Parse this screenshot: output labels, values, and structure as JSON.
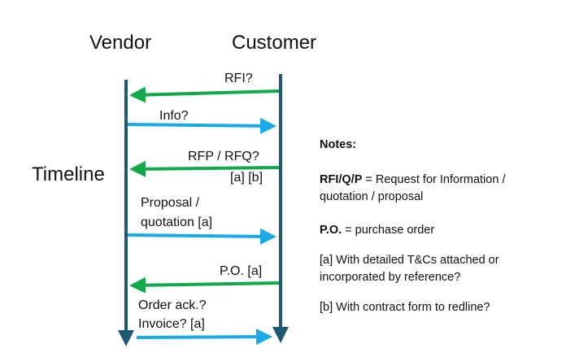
{
  "headers": {
    "vendor": "Vendor",
    "customer": "Customer",
    "timeline": "Timeline"
  },
  "messages": [
    {
      "text": "RFI?",
      "direction": "to-vendor",
      "color": "#12A84C"
    },
    {
      "text": "Info?",
      "direction": "to-customer",
      "color": "#1AAAE8"
    },
    {
      "text": "RFP / RFQ?",
      "subtext": "[a] [b]",
      "direction": "to-vendor",
      "color": "#12A84C"
    },
    {
      "text": "Proposal /",
      "subtext": "quotation [a]",
      "direction": "to-customer",
      "color": "#1AAAE8"
    },
    {
      "text": "P.O.  [a]",
      "direction": "to-vendor",
      "color": "#12A84C"
    },
    {
      "text": "Order ack.?",
      "subtext": "Invoice? [a]",
      "direction": "to-customer",
      "color": "#1AAAE8"
    }
  ],
  "lifeline_color": "#1F5873",
  "notes": {
    "title": "Notes:",
    "rfi_key": "RFI/Q/P",
    "rfi_def": " = Request for Information / quotation / proposal",
    "po_key": "P.O.",
    "po_def": " = purchase order",
    "note_a": "[a] With detailed T&Cs attached or incorporated by reference?",
    "note_b": "[b] With contract form to redline?"
  }
}
